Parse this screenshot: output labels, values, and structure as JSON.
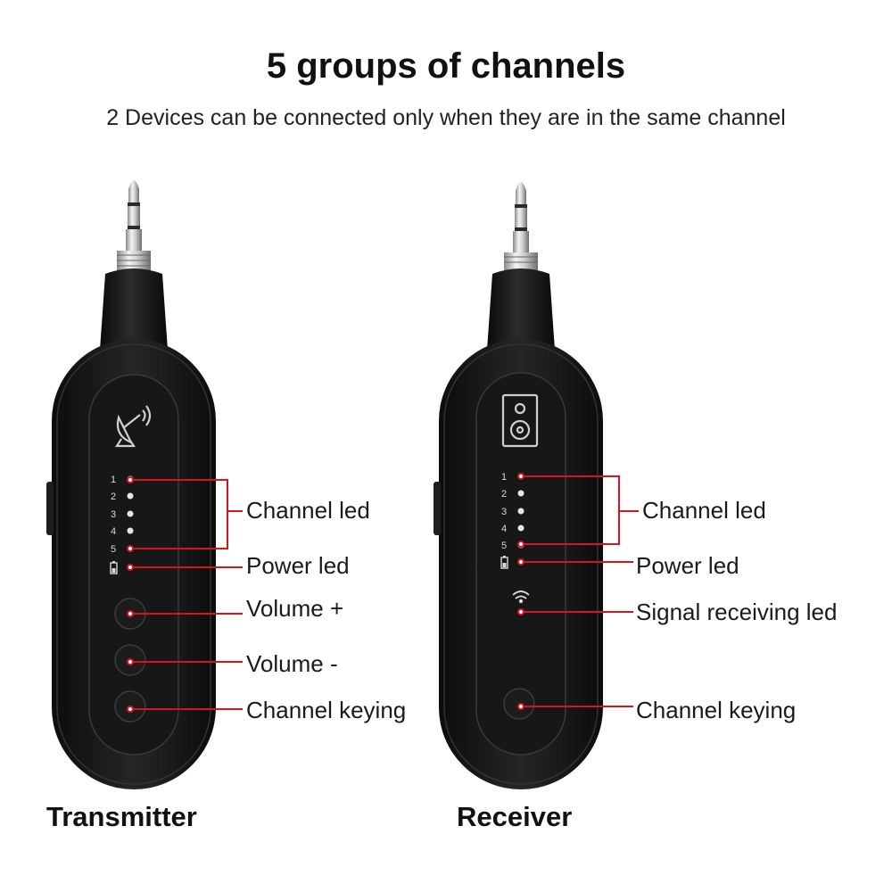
{
  "title": "5 groups of channels",
  "subtitle": "2 Devices can be connected only when they are in the same channel",
  "channel_numbers": [
    "1",
    "2",
    "3",
    "4",
    "5"
  ],
  "transmitter": {
    "name": "Transmitter",
    "labels": {
      "channel_led": "Channel led",
      "power_led": "Power led",
      "volume_plus": "Volume +",
      "volume_minus": "Volume -",
      "channel_keying": "Channel keying"
    }
  },
  "receiver": {
    "name": "Receiver",
    "labels": {
      "channel_led": "Channel led",
      "power_led": "Power led",
      "signal_led": "Signal receiving led",
      "channel_keying": "Channel keying"
    }
  },
  "colors": {
    "callout_line": "#d8141c",
    "device_body": "#141414"
  }
}
